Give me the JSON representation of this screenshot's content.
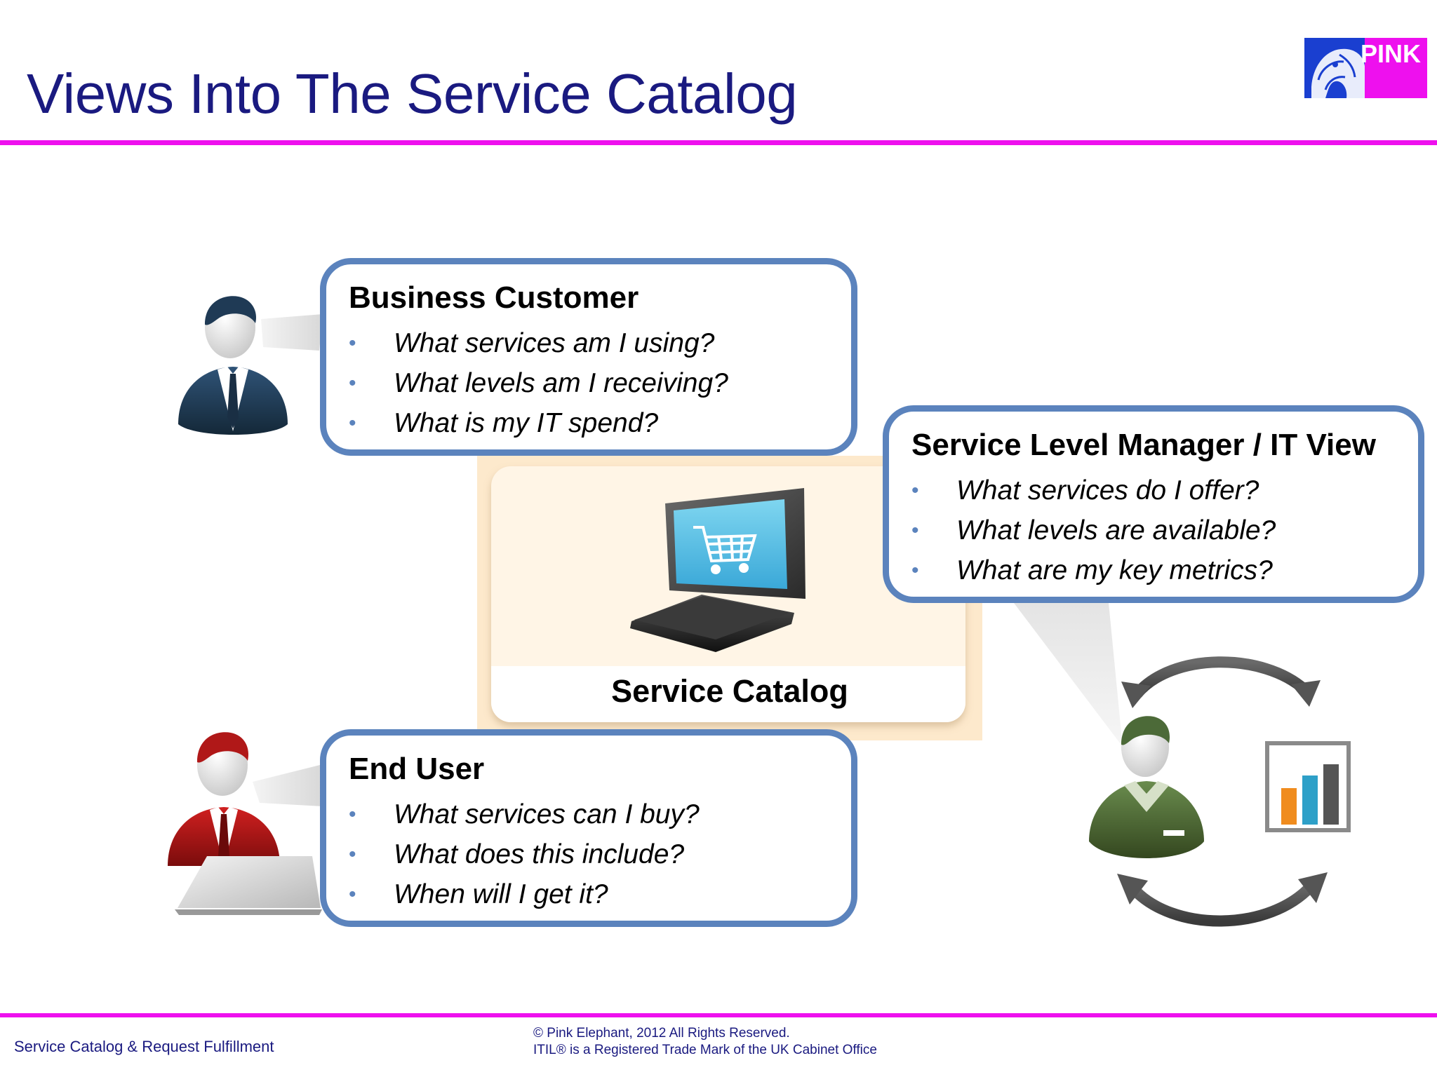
{
  "slide": {
    "title": "Views Into The Service Catalog",
    "logo_text": "PINK"
  },
  "bubbles": {
    "business_customer": {
      "title": "Business Customer",
      "items": [
        "What services am I using?",
        "What levels am I receiving?",
        "What is my IT spend?"
      ]
    },
    "service_level_manager": {
      "title": "Service Level Manager / IT View",
      "items": [
        "What services do I offer?",
        "What levels are available?",
        "What are my key metrics?"
      ]
    },
    "end_user": {
      "title": "End User",
      "items": [
        "What services can I buy?",
        "What does this include?",
        "When will I get it?"
      ]
    },
    "bullet": "•"
  },
  "catalog": {
    "label": "Service Catalog"
  },
  "footer": {
    "left": "Service Catalog & Request Fulfillment",
    "copyright": "© Pink Elephant, 2012 All Rights Reserved.",
    "trademark": "ITIL® is a Registered Trade Mark of the UK Cabinet Office"
  },
  "icons": {
    "business_person": "business-person-icon",
    "end_user_person": "end-user-person-icon",
    "manager_person": "manager-person-icon",
    "computer": "shopping-cart-computer-icon",
    "bar_chart": "bar-chart-icon",
    "cycle_arrows": "cycle-arrows-icon",
    "laptop": "laptop-icon",
    "logo": "pink-elephant-logo"
  },
  "colors": {
    "title": "#1a1a80",
    "rule": "#ee10ee",
    "bubble_border": "#5b83bd",
    "catalog_background": "#fde9cc",
    "business_person": "#1f3a55",
    "end_user_person": "#b01818",
    "manager_person": "#4c6a38",
    "chart_orange": "#f08c1e",
    "chart_blue": "#2ea0c8",
    "chart_gray": "#555555"
  }
}
